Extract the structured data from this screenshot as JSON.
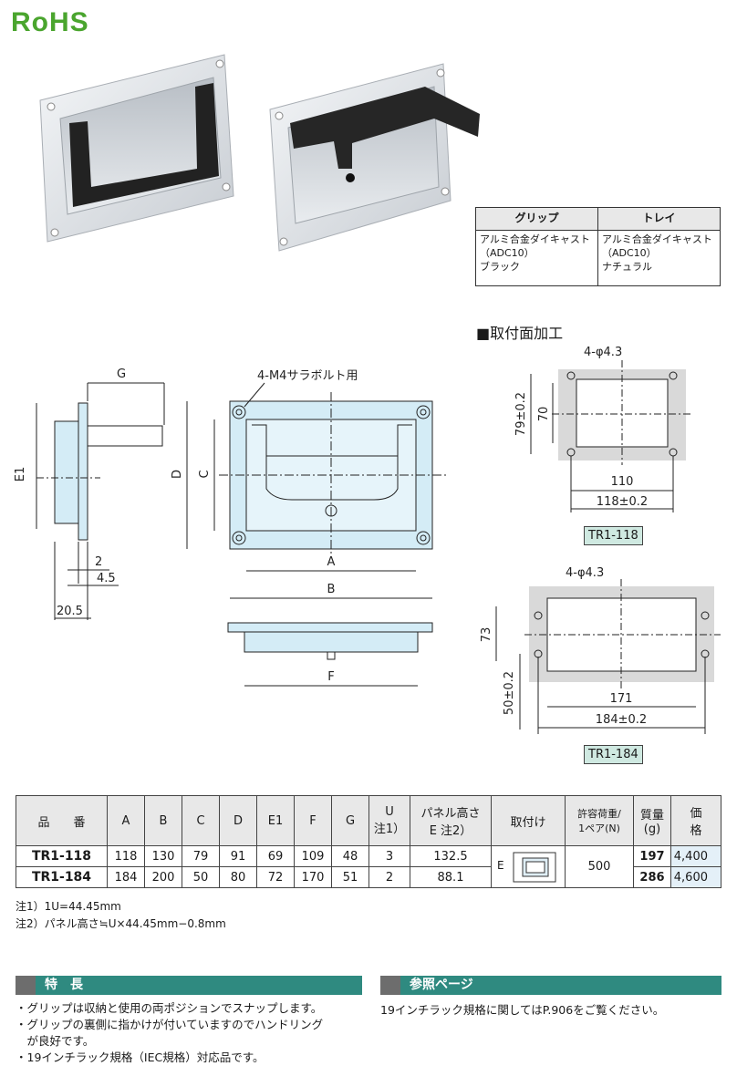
{
  "badge": "RoHS",
  "materials": {
    "headers": [
      "グリップ",
      "トレイ"
    ],
    "cells": [
      [
        "アルミ合金ダイキャスト",
        "（ADC10）",
        "ブラック"
      ],
      [
        "アルミ合金ダイキャスト",
        "（ADC10）",
        "ナチュラル"
      ]
    ]
  },
  "mount_heading": "■取付面加工",
  "drawing": {
    "bolt_label": "4-M4サラボルト用",
    "labels": {
      "G": "G",
      "E1": "E1",
      "D": "D",
      "C": "C",
      "A": "A",
      "B": "B",
      "F": "F"
    },
    "side_dims": [
      "2",
      "4.5",
      "20.5"
    ],
    "tr118": {
      "hole": "4-φ4.3",
      "h_outer": "79±0.2",
      "h_inner": "70",
      "w_inner": "110",
      "w_outer": "118±0.2",
      "model": "TR1-118"
    },
    "tr184": {
      "hole": "4-φ4.3",
      "h_inner": "73",
      "h_outer": "50±0.2",
      "w_inner": "171",
      "w_outer": "184±0.2",
      "model": "TR1-184"
    }
  },
  "spec_table": {
    "headers": {
      "model": "品　　番",
      "A": "A",
      "B": "B",
      "C": "C",
      "D": "D",
      "E1": "E1",
      "F": "F",
      "G": "G",
      "U1": "U",
      "U2": "注1）",
      "P1": "パネル高さ",
      "P2": "E  注2）",
      "mount": "取付け",
      "load1": "許容荷重/",
      "load2": "1ペア(N)",
      "mass1": "質量",
      "mass2": "(g)",
      "price": "価　　格"
    },
    "rows": [
      {
        "model": "TR1-118",
        "A": "118",
        "B": "130",
        "C": "79",
        "D": "91",
        "E1": "69",
        "F": "109",
        "G": "48",
        "U": "3",
        "panel": "132.5",
        "mass": "197",
        "price": "4,400"
      },
      {
        "model": "TR1-184",
        "A": "184",
        "B": "200",
        "C": "50",
        "D": "80",
        "E1": "72",
        "F": "170",
        "G": "51",
        "U": "2",
        "panel": "88.1",
        "mass": "286",
        "price": "4,600"
      }
    ],
    "mount_label": "E",
    "load": "500"
  },
  "notes": [
    "注1）1U=44.45mm",
    "注2）パネル高さ≒U×44.45mm−0.8mm"
  ],
  "features": {
    "title": "特　長",
    "items": [
      "・グリップは収納と使用の両ポジションでスナップします。",
      "・グリップの裏側に指かけが付いていますのでハンドリング",
      "　が良好です。",
      "・19インチラック規格（IEC規格）対応品です。"
    ]
  },
  "reference": {
    "title": "参照ページ",
    "text": "19インチラック規格に関してはP.906をご覧ください。"
  }
}
